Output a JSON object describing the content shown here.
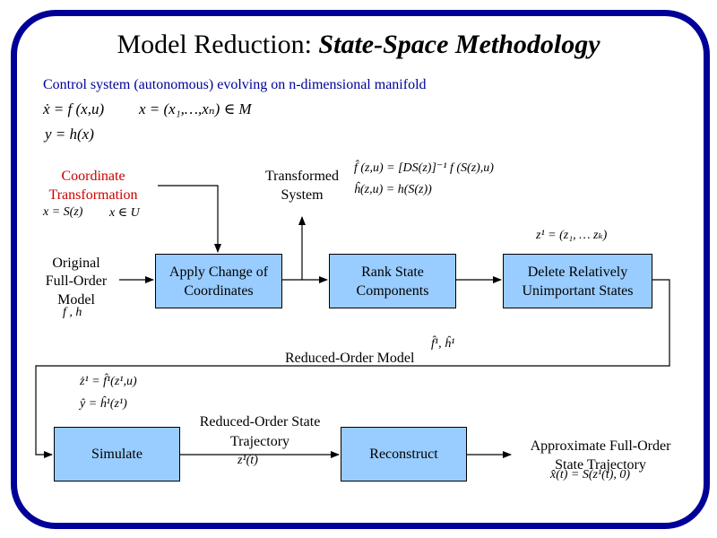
{
  "title": {
    "plain": "Model Reduction: ",
    "italic": "State-Space Methodology"
  },
  "subtitle": "Control system (autonomous) evolving on n-dimensional manifold",
  "equations": {
    "state_eq": "ẋ = f (x,u)",
    "state_def": "x = (x₁,…,xₙ) ∈ M",
    "output_eq": "y = h(x)",
    "coord_transform": "x = S(z)",
    "coord_domain": "x ∈ U",
    "transformed_f": "f̂ (z,u) = [DS(z)]⁻¹ f (S(z),u)",
    "transformed_h": "ĥ(z,u) = h(S(z))",
    "reduced_state": "z¹ = (z₁, … zₖ)",
    "original_model_fns": "f , h",
    "reduced_model_fns": "f̂¹, ĥ¹",
    "reduced_dyn": "ż¹ = f̂¹(z¹,u)",
    "reduced_out": "ŷ = ĥ¹(z¹)",
    "reduced_traj": "z¹(t)",
    "approx_traj": "x̂(t) = S(z¹(t), 0)"
  },
  "labels": {
    "coord_transform_1": "Coordinate",
    "coord_transform_2": "Transformation",
    "transformed_1": "Transformed",
    "transformed_2": "System",
    "original_1": "Original",
    "original_2": "Full-Order",
    "original_3": "Model",
    "reduced_model": "Reduced-Order Model",
    "reduced_traj_1": "Reduced-Order State",
    "reduced_traj_2": "Trajectory",
    "approx_1": "Approximate Full-Order",
    "approx_2": "State Trajectory"
  },
  "boxes": {
    "apply": [
      "Apply Change of",
      "Coordinates"
    ],
    "rank": [
      "Rank State",
      "Components"
    ],
    "delete": [
      "Delete Relatively",
      "Unimportant States"
    ],
    "simulate": "Simulate",
    "reconstruct": "Reconstruct"
  },
  "colors": {
    "frame": "#000099",
    "box_fill": "#99ccff",
    "highlight": "#cc0000",
    "subtitle": "#000099"
  }
}
